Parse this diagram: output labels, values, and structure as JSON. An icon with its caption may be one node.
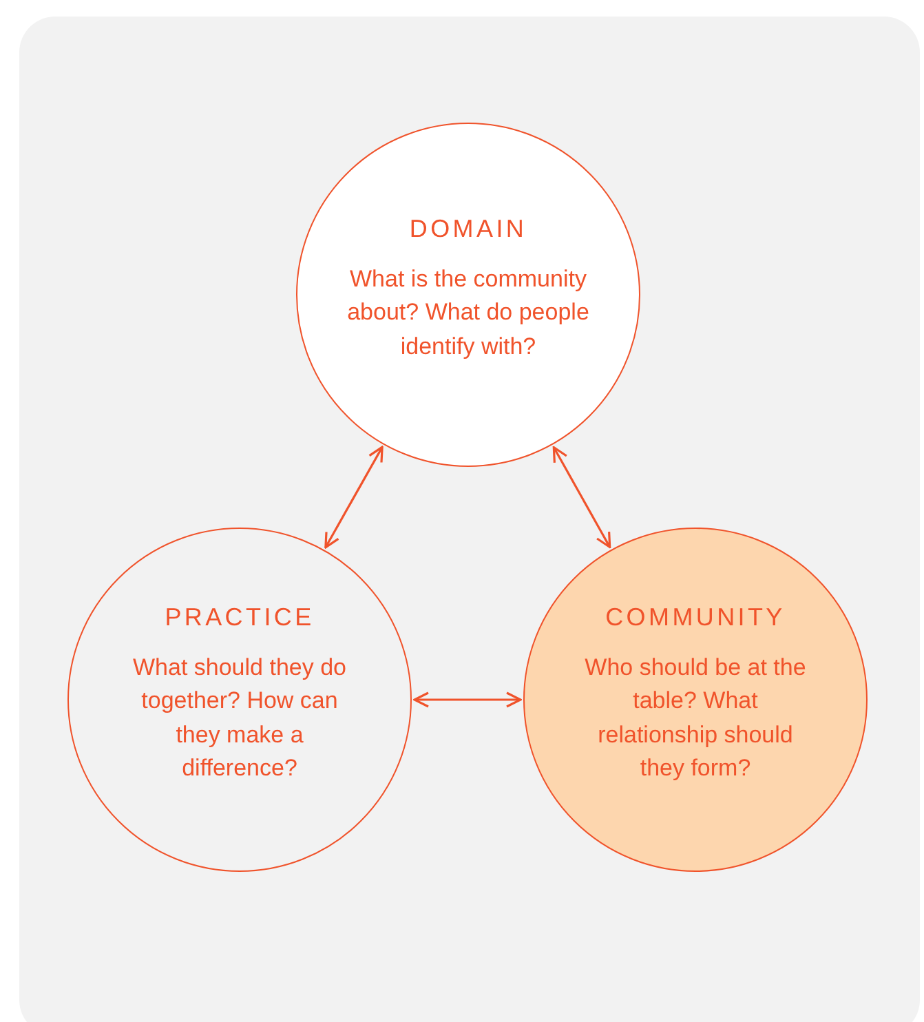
{
  "diagram": {
    "nodes": [
      {
        "text": [
          "DOMAIN",
          "What is the community about? What do people identify with?"
        ]
      },
      {
        "text": [
          "PRACTICE",
          "What should they do together? How can they make a difference?"
        ]
      },
      {
        "text": [
          "COMMUNITY",
          "Who should be at the table? What relationship should they form?"
        ]
      }
    ],
    "edges": [
      {
        "from": 1,
        "to": 0,
        "arrow": "both"
      },
      {
        "from": 0,
        "to": 2,
        "arrow": "both"
      },
      {
        "from": 1,
        "to": 2,
        "arrow": "both"
      }
    ]
  }
}
